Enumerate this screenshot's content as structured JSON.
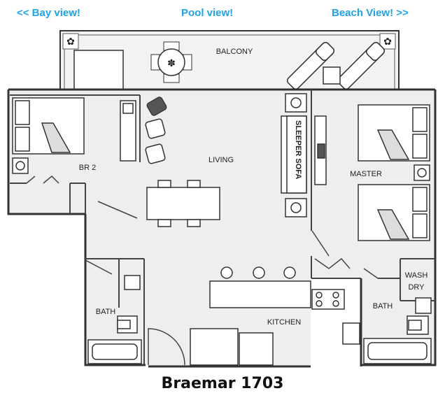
{
  "nav": {
    "bay_view": "<< Bay view!",
    "pool_view": "Pool view!",
    "beach_view": "Beach View! >>"
  },
  "rooms": {
    "balcony": "BALCONY",
    "living": "LIVING",
    "br2": "BR 2",
    "master": "MASTER",
    "bath_left": "BATH",
    "bath_right": "BATH",
    "kitchen": "KITCHEN",
    "wash": "WASH",
    "dry": "DRY",
    "sleeper_sofa": "SLEEPER SOFA"
  },
  "caption": "Braemar 1703",
  "colors": {
    "link": "#1fa3e6",
    "floor": "#eeeeee",
    "wall": "#333333"
  },
  "icons": [
    "palm-plant-icon",
    "grill-icon",
    "lamp-icon",
    "table-with-chairs-icon",
    "lounge-chair-icon",
    "toilet-icon",
    "sink-icon",
    "bathtub-icon",
    "stove-icon",
    "bed-icon",
    "door-icon"
  ]
}
